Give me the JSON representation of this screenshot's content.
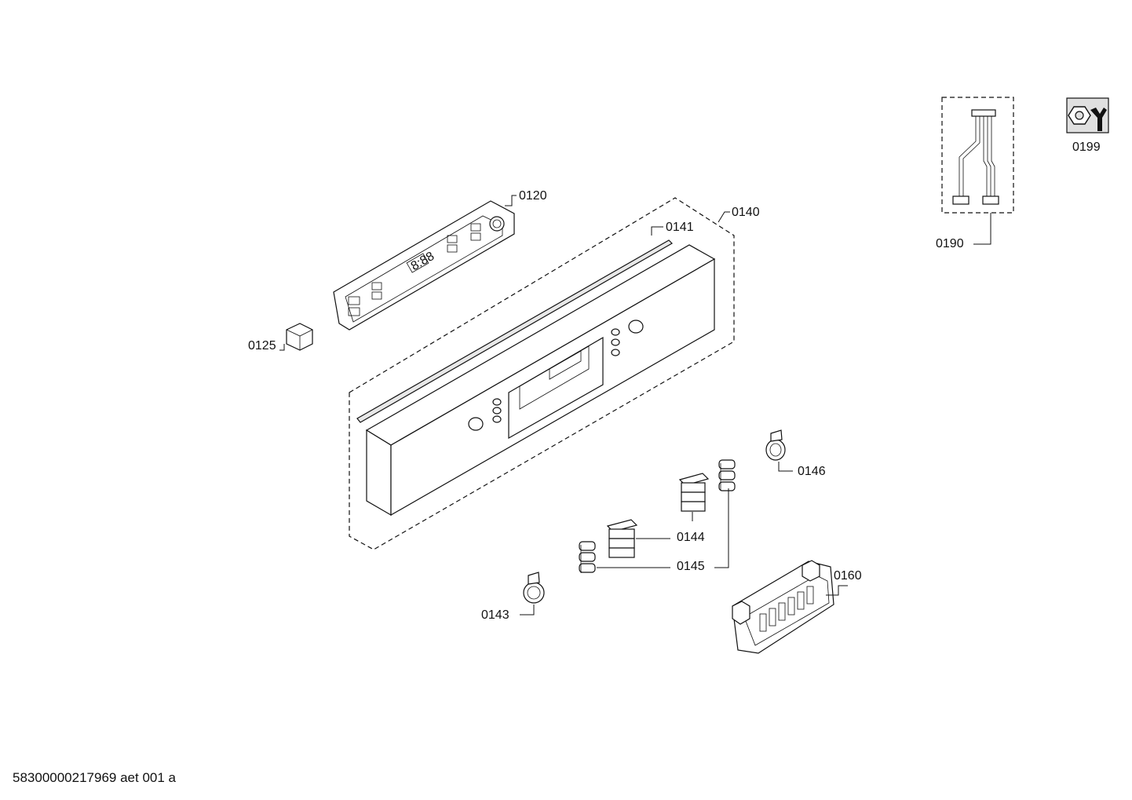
{
  "parts": {
    "p0120": "0120",
    "p0125": "0125",
    "p0140": "0140",
    "p0141": "0141",
    "p0143": "0143",
    "p0144": "0144",
    "p0145": "0145",
    "p0146": "0146",
    "p0160": "0160",
    "p0190": "0190",
    "p0199": "0199"
  },
  "display_digits": "8:88",
  "document_id": "58300000217969 aet 001 a",
  "icons": {
    "service": "nut-wrench-icon"
  }
}
